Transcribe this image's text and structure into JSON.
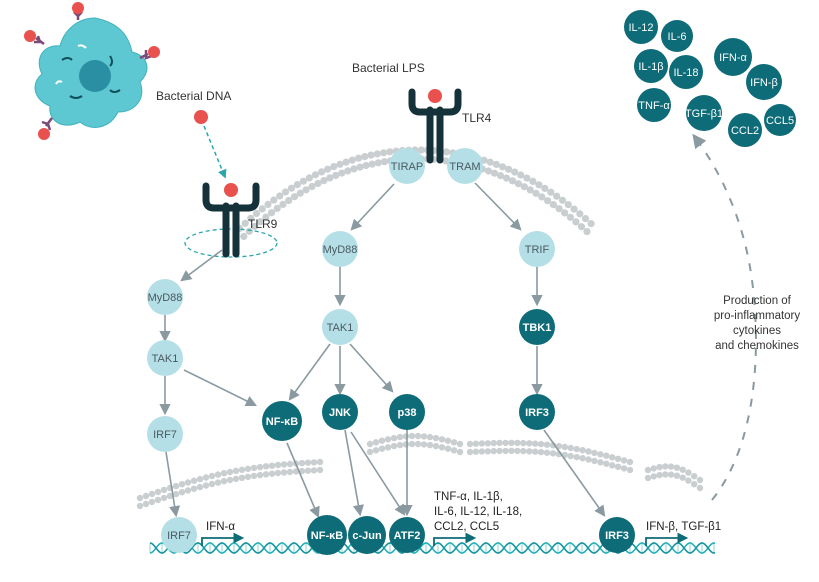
{
  "labels": {
    "bacterial_dna": "Bacterial DNA",
    "bacterial_lps": "Bacterial LPS",
    "tlr9": "TLR9",
    "tlr4": "TLR4"
  },
  "nodes": {
    "tirap": "TIRAP",
    "tram": "TRAM",
    "myd88_tlr4": "MyD88",
    "trif": "TRIF",
    "myd88_tlr9": "MyD88",
    "tak1_tlr4": "TAK1",
    "tbk1": "TBK1",
    "tak1_tlr9": "TAK1",
    "nfkb_cyto": "NF-κB",
    "jnk": "JNK",
    "p38": "p38",
    "irf3_cyto": "IRF3",
    "irf7_cyto": "IRF7",
    "irf7_nuc": "IRF7",
    "nfkb_nuc": "NF-κB",
    "cjun": "c-Jun",
    "atf2": "ATF2",
    "irf3_nuc": "IRF3"
  },
  "outputs": {
    "irf7": "IFN-α",
    "nfkb_lines": [
      "TNF-α, IL-1β,",
      "IL-6, IL-12, IL-18,",
      "CCL2, CCL5"
    ],
    "irf3": "IFN-β, TGF-β1"
  },
  "production_lines": [
    "Production of",
    "pro-inflammatory",
    "cytokines",
    "and chemokines"
  ],
  "cytokines": [
    "IL-12",
    "IL-6",
    "IL-1β",
    "IL-18",
    "IFN-α",
    "IFN-β",
    "TNF-α",
    "TGF-β1",
    "CCL2",
    "CCL5"
  ],
  "colors": {
    "light_node": "#b5dfe6",
    "dark_node": "#0e6b78",
    "arrow": "#8a9aa0",
    "dashed": "#2aa7ad",
    "receptor": "#15323a",
    "ligand": "#e8514e",
    "membrane": "#c9ced0",
    "dna": "#2ab3b8",
    "cell": "#5ec8d2"
  }
}
